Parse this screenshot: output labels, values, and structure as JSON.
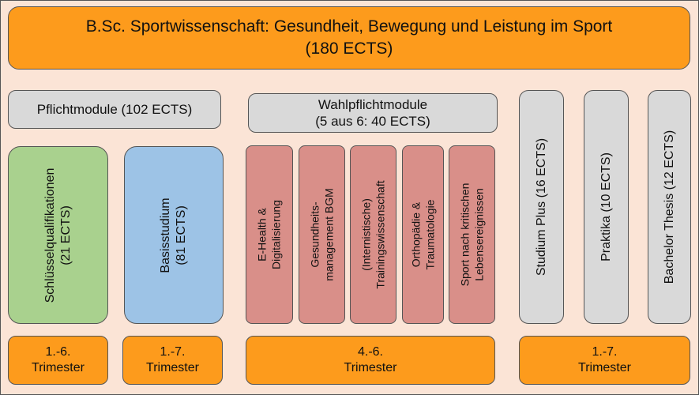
{
  "title": {
    "line1": "B.Sc. Sportwissenschaft: Gesundheit, Bewegung und Leistung im Sport",
    "line2": "(180 ECTS)"
  },
  "pflicht": {
    "header": "Pflichtmodule  (102 ECTS)"
  },
  "wahlpflicht": {
    "line1": "Wahlpflichtmodule",
    "line2": "(5 aus 6: 40 ECTS)"
  },
  "modules": {
    "schluessel": "Schlüsselqualifikationen\n(21 ECTS)",
    "basis": "Basisstudium\n(81 ECTS)",
    "ehealth": "E-Health &\nDigitalisierung",
    "bgm": "Gesundheits-\nmanagement BGM",
    "training": "(Internistische)\nTrainingswissenschaft",
    "ortho": "Orthopädie &\nTraumatologie",
    "sport": "Sport nach kritischen\nLebensereignissen",
    "studium_plus": "Studium Plus (16 ECTS)",
    "praktika": "Praktika (10 ECTS)",
    "thesis": "Bachelor Thesis (12 ECTS)"
  },
  "trimester": {
    "t1": {
      "line1": "1.-6.",
      "line2": "Trimester"
    },
    "t2": {
      "line1": "1.-7.",
      "line2": "Trimester"
    },
    "t3": {
      "line1": "4.-6.",
      "line2": "Trimester"
    },
    "t4": {
      "line1": "1.-7.",
      "line2": "Trimester"
    }
  },
  "colors": {
    "background": "#fbe4d6",
    "orange": "#fd9b1c",
    "grey": "#d9d9d9",
    "green": "#a9d18e",
    "blue": "#9dc3e6",
    "red": "#d98f89"
  }
}
